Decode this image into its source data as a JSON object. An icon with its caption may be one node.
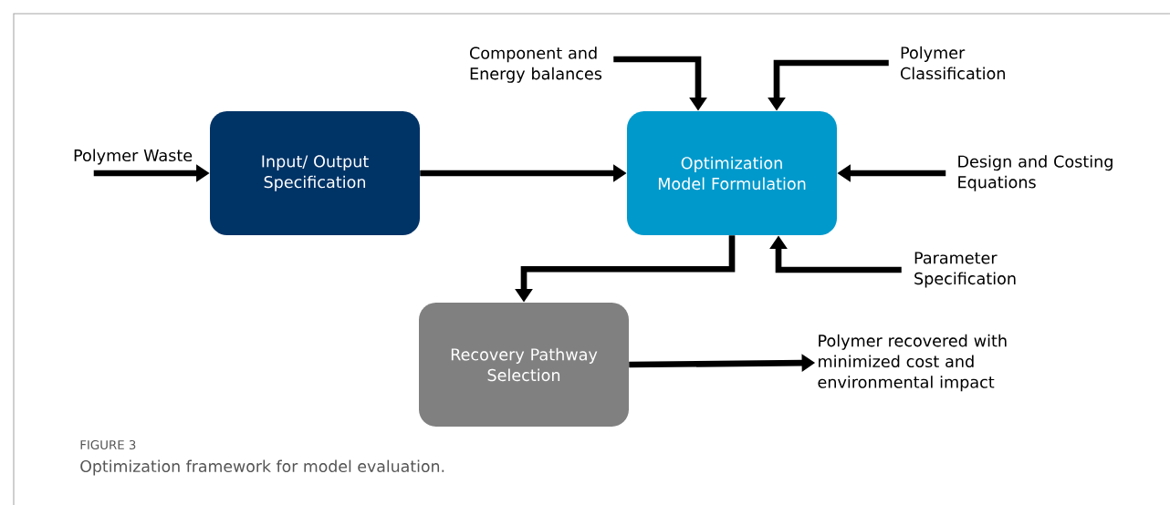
{
  "diagram": {
    "caption": "Optimization framework for model evaluation.",
    "nodes": [
      {
        "text": [
          "Polymer Waste"
        ]
      },
      {
        "text": [
          "Input/ Output Specification"
        ]
      },
      {
        "text": [
          "Component and Energy balances"
        ]
      },
      {
        "text": [
          "Polymer Classification"
        ]
      },
      {
        "text": [
          "Optimization Model Formulation"
        ]
      },
      {
        "text": [
          "Design and Costing Equations"
        ]
      },
      {
        "text": [
          "Parameter Specification"
        ]
      },
      {
        "text": [
          "Recovery Pathway Selection"
        ]
      },
      {
        "text": [
          "Polymer recovered with minimized cost and environmental impact"
        ]
      }
    ],
    "edges": [
      {
        "from": 0,
        "to": 1,
        "arrow": "to"
      },
      {
        "from": 1,
        "to": 4,
        "arrow": "to"
      },
      {
        "from": 2,
        "to": 4,
        "arrow": "to"
      },
      {
        "from": 3,
        "to": 4,
        "arrow": "to"
      },
      {
        "from": 5,
        "to": 4,
        "arrow": "to"
      },
      {
        "from": 6,
        "to": 4,
        "arrow": "to"
      },
      {
        "from": 4,
        "to": 7,
        "arrow": "to"
      },
      {
        "from": 7,
        "to": 8,
        "arrow": "to"
      }
    ],
    "labels": [
      "FIGURE 3"
    ]
  }
}
